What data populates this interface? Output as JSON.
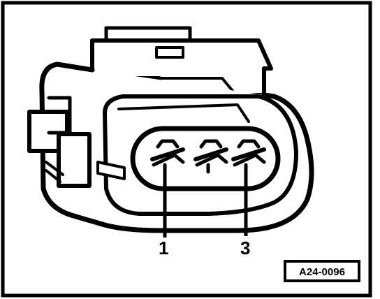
{
  "callouts": [
    {
      "id": "pin-1",
      "label": "1"
    },
    {
      "id": "pin-3",
      "label": "3"
    }
  ],
  "reference_code": "A24-0096",
  "colors": {
    "ink": "#000000",
    "paper": "#ffffff"
  }
}
